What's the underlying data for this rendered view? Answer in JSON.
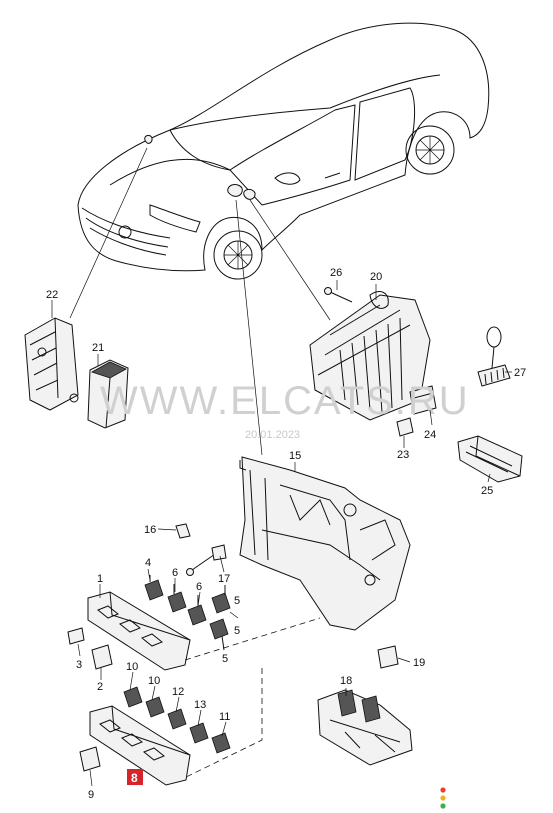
{
  "watermark": {
    "text": "WWW.ELCATS.RU",
    "date": "20.01.2023"
  },
  "callouts": [
    {
      "id": "c1",
      "text": "1"
    },
    {
      "id": "c2",
      "text": "2"
    },
    {
      "id": "c3",
      "text": "3"
    },
    {
      "id": "c4",
      "text": "4"
    },
    {
      "id": "c5a",
      "text": "5"
    },
    {
      "id": "c5b",
      "text": "5"
    },
    {
      "id": "c6a",
      "text": "6"
    },
    {
      "id": "c6b",
      "text": "6"
    },
    {
      "id": "c8",
      "text": "8"
    },
    {
      "id": "c9",
      "text": "9"
    },
    {
      "id": "c10a",
      "text": "10"
    },
    {
      "id": "c10b",
      "text": "10"
    },
    {
      "id": "c11",
      "text": "11"
    },
    {
      "id": "c12",
      "text": "12"
    },
    {
      "id": "c13",
      "text": "13"
    },
    {
      "id": "c15",
      "text": "15"
    },
    {
      "id": "c16",
      "text": "16"
    },
    {
      "id": "c17",
      "text": "17"
    },
    {
      "id": "c18",
      "text": "18"
    },
    {
      "id": "c19",
      "text": "19"
    },
    {
      "id": "c20",
      "text": "20"
    },
    {
      "id": "c21",
      "text": "21"
    },
    {
      "id": "c22",
      "text": "22"
    },
    {
      "id": "c23",
      "text": "23"
    },
    {
      "id": "c24",
      "text": "24"
    },
    {
      "id": "c25",
      "text": "25"
    },
    {
      "id": "c26",
      "text": "26"
    },
    {
      "id": "c27",
      "text": "27"
    }
  ],
  "highlighted_callout": "8",
  "status_dots": [
    "#e8412c",
    "#f2b01e",
    "#3fae49"
  ]
}
